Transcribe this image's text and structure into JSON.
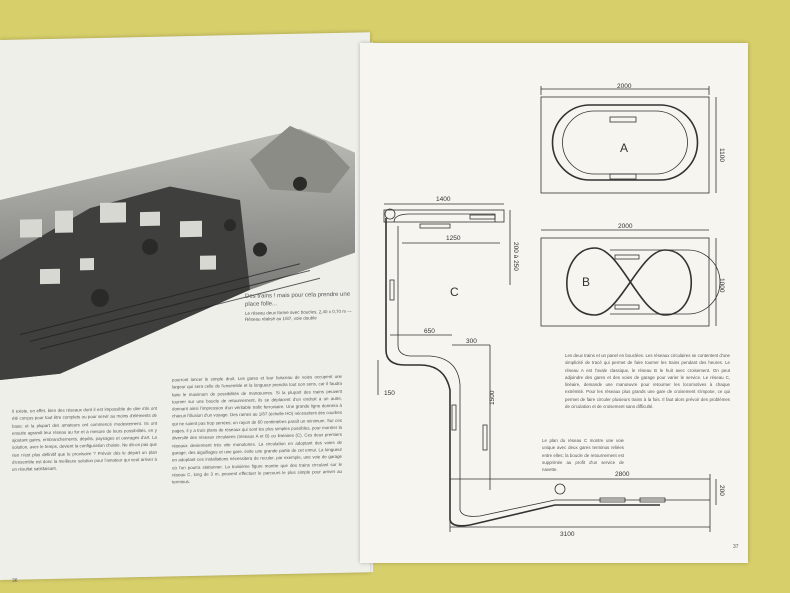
{
  "left_page": {
    "caption": "Des trains ! mais pour cela prendre une place folle...",
    "caption_small": "Le réseau deux forme avec boucles, 2,40 x 0,70 m — Réseau réalisé au 1/87, voie double",
    "col1": "Il existe, en effet, bien des réseaux dont il est impossible de dire s'ils ont été conçus pour tout être complets ou pour servir au moins d'éléments de base; et la plupart des amateurs ont commencé modestement. Ils ont ensuite agrandi leur réseau au fur et à mesure de leurs possibilités, en y ajoutant gares, embranchements, dépôts, paysages et ouvrages d'art. La solution, avec le temps, devient la configuration choisie. Ne dit-on pas que rien n'est plus définitif que le provisoire ? Prévoir dès le départ un plan d'ensemble est donc la meilleure solution pour l'amateur qui veut arriver à un résultat satisfaisant.",
    "col2": "pourront lancer le simple droit. Les gares et leur faisceau de voies occupent une largeur qui sera celle de l'ensemble et la longueur prendra tout son sens, car il faudra faire le maximum de possibilités de manœuvres. Si la plupart des trains peuvent tourner sur une boucle de retournement, ils se déplacent d'un endroit à un autre, donnant ainsi l'impression d'un véritable trafic ferroviaire. Une grande ligne donnera à chacun l'illusion d'un voyage. Des rames au 1/87 (échelle HO) nécessitent des courbes qui ne soient pas trop serrées; un rayon de 60 centimètres paraît un minimum. Sur ces pages, il y a trois plans de réseaux qui sont les plus simples possibles, pour montrer la diversité des réseaux circulaires (réseaux A et B) ou linéaires (C). Ces deux premiers réseaux deviennent très vite monotones. La circulation en adoptant des voies de garage, des aiguillages et une gare, évite une grande partie de cet ennui. La longueur en adoptant ces installations nécessitera de reculer, par exemple, une voie de garage où l'on pourra stationner. La troisième figure montre que des trains circulant sur le réseau C, long de 3 m, peuvent effectuer le parcours le plus simple pour arriver au terminus.",
    "page_number": "36"
  },
  "right_page": {
    "col3": "Les deux trains et un panel en bouclées. Les réseaux circulaires se contentent d'une simplicité de tracé qui permet de faire tourner les trains pendant des heures. Le réseau A est l'ovale classique, le réseau B le huit avec croisement. On peut adjoindre des gares et des voies de garage pour varier le service. Le réseau C, linéaire, demande une manœuvre pour retourner les locomotives à chaque extrémité. Pour les réseaux plus grands une gare de croisement s'impose, ce qui permet de faire circuler plusieurs trains à la fois. Il faut alors prévoir des problèmes de circulation et de croisement sans difficulté.",
    "col4": "Le plan du réseau C montre une voie unique avec deux gares terminus reliées entre elles; la boucle de retournement est supprimée au profit d'un service de navette.",
    "page_number": "37"
  },
  "diagrams": {
    "A": {
      "label": "A",
      "width": "2000",
      "height": "1100"
    },
    "B": {
      "label": "B",
      "width": "2000",
      "height": "1000"
    },
    "C": {
      "label": "C",
      "top_width": "1400",
      "inner_width": "1250",
      "side": "200 à 250",
      "d650": "650",
      "d300": "300",
      "d1500": "1500",
      "d150": "150",
      "d2800": "2800",
      "d3100": "3100",
      "d200": "200"
    }
  }
}
